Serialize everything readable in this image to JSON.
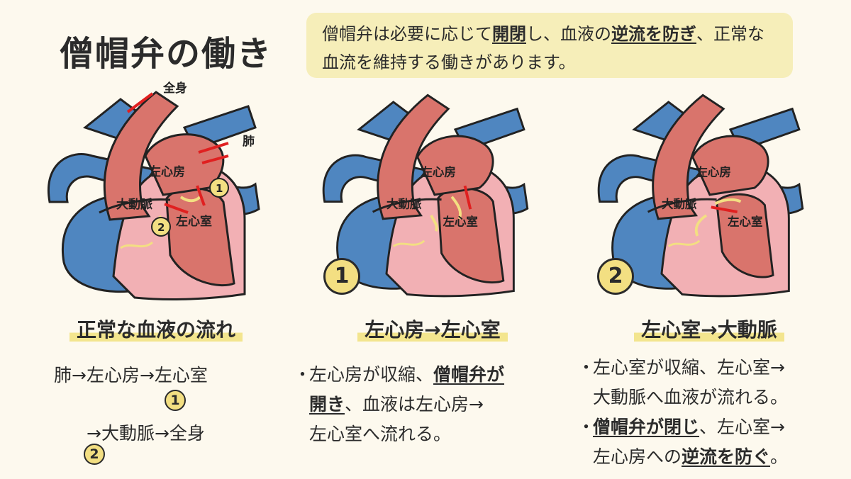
{
  "title": "僧帽弁の働き",
  "note": {
    "p1": "僧帽弁は必要に応じて",
    "em1": "開閉",
    "p2": "し、血液の",
    "em2": "逆流を防ぎ",
    "p3": "、正常な血流を維持する働きがあります。"
  },
  "labels": {
    "whole_body": "全身",
    "lung": "肺",
    "left_atrium": "左心房",
    "aorta": "大動脈",
    "left_ventricle": "左心室",
    "n1": "1",
    "n2": "2"
  },
  "panels": [
    {
      "caption": "正常な血液の流れ"
    },
    {
      "caption": "左心房→左心室",
      "badge": "1"
    },
    {
      "caption": "左心室→大動脈",
      "badge": "2"
    }
  ],
  "flow": {
    "line1": "肺→左心房→左心室",
    "badge1": "1",
    "line2": "→大動脈→全身",
    "badge2": "2"
  },
  "desc1": {
    "bullet": "・",
    "t1": "左心房が収縮、",
    "em1": "僧帽弁が",
    "em2": "開き",
    "t2": "、血液は左心房→",
    "t3": "左心室へ流れる。"
  },
  "desc2": {
    "bullet": "・",
    "t1": "左心室が収縮、左心室→",
    "t2": "大動脈へ血液が流れる。",
    "em1": "僧帽弁が閉じ",
    "t3": "、左心室→",
    "t4": "左心房への",
    "em2": "逆流を防ぐ",
    "t5": "。"
  },
  "colors": {
    "background": "#fdf9ee",
    "note_bg": "#f6eeb9",
    "heart_red": "#d9746c",
    "vessel_blue": "#4f86c0",
    "wall_pink": "#f2b0b4",
    "valve_yellow": "#f3df82",
    "arrow_red": "#e02020"
  }
}
